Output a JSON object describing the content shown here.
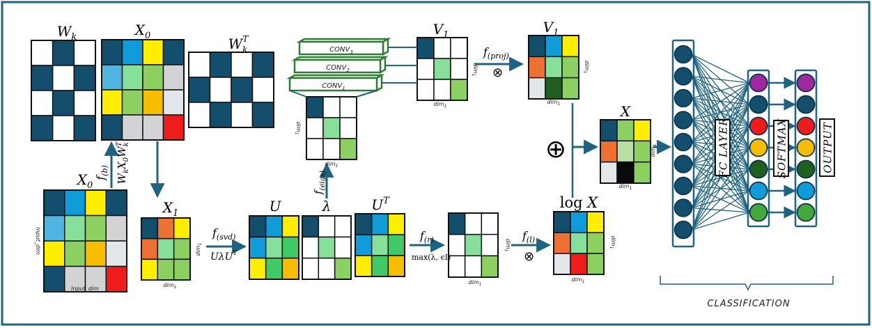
{
  "colors": {
    "frame": "#1a6684",
    "navy": "#134e6c",
    "arrow": "#1e6382",
    "conv": "#2e7d32",
    "white": "#ffffff",
    "red": "#ef1c1c",
    "yellow": "#ffee00",
    "orange": "#f7bd00",
    "blue": "#109bd9",
    "sky": "#4fb4e0",
    "lgreen": "#86e09a",
    "green": "#8dd062",
    "dgreen": "#1f5f20",
    "mgreen": "#3fca66",
    "grey": "#d3d3d6",
    "lgrey": "#e3e6ea",
    "burnt": "#ee7134",
    "pale": "#b6e0a1",
    "black": "#0a0a0a",
    "purple": "#a0289e",
    "green2": "#43a83a"
  },
  "labels": {
    "wk": "W_k",
    "x0_top": "X_0",
    "wkt": "W_k^T",
    "x0_bottom": "X_0",
    "x1": "X_1",
    "u": "U",
    "lambda": "λ",
    "ut": "U^T",
    "v1_small": "V_1",
    "v1_big": "V_1",
    "x_final": "X",
    "logx": "log X",
    "fb": "f_(b)",
    "bilinear": "W_k X_0 W_k^T",
    "fsvd": "f_(svd)",
    "ulu": "UλU^T",
    "feigs": "f_(eigs)",
    "fr": "f_(r)",
    "max": "max(λ, ϵI)",
    "fl": "f_(l)",
    "fproj": "f_(proj)",
    "otimes": "⊗",
    "oplus": "⊕",
    "conv3": "CONV_3",
    "conv2": "CONV_2",
    "conv1": "CONV_1",
    "dim1": "dim_1",
    "input_dim": "Input_dim",
    "fc_layer": "FC LAYER",
    "softmax": "SOFTMAX",
    "output": "OUTPUT",
    "classification": "CLASSIFICATION"
  },
  "matrices": {
    "wk": [
      [
        "white",
        "navy",
        "white"
      ],
      [
        "navy",
        "white",
        "navy"
      ],
      [
        "white",
        "navy",
        "white"
      ],
      [
        "navy",
        "white",
        "navy"
      ]
    ],
    "x0_top": [
      [
        "navy",
        "blue",
        "yellow",
        "navy"
      ],
      [
        "sky",
        "lgreen",
        "green",
        "grey"
      ],
      [
        "yellow",
        "green",
        "orange",
        "lgrey"
      ],
      [
        "navy",
        "grey",
        "grey",
        "red"
      ]
    ],
    "wkt": [
      [
        "white",
        "navy",
        "white",
        "navy"
      ],
      [
        "navy",
        "white",
        "navy",
        "white"
      ],
      [
        "white",
        "navy",
        "white",
        "navy"
      ]
    ],
    "x0_bottom": [
      [
        "navy",
        "blue",
        "yellow",
        "navy"
      ],
      [
        "sky",
        "lgreen",
        "green",
        "grey"
      ],
      [
        "yellow",
        "green",
        "orange",
        "lgrey"
      ],
      [
        "navy",
        "grey",
        "grey",
        "red"
      ]
    ],
    "x1": [
      [
        "navy",
        "burnt",
        "yellow"
      ],
      [
        "burnt",
        "lgreen",
        "green"
      ],
      [
        "yellow",
        "green",
        "green"
      ]
    ],
    "u": [
      [
        "navy",
        "blue",
        "yellow"
      ],
      [
        "blue",
        "lgreen",
        "mgreen"
      ],
      [
        "yellow",
        "mgreen",
        "orange"
      ]
    ],
    "lambda": [
      [
        "navy",
        "white",
        "white"
      ],
      [
        "white",
        "lgreen",
        "white"
      ],
      [
        "white",
        "white",
        "green"
      ]
    ],
    "ut": [
      [
        "navy",
        "blue",
        "yellow"
      ],
      [
        "blue",
        "lgreen",
        "mgreen"
      ],
      [
        "yellow",
        "mgreen",
        "orange"
      ]
    ],
    "fr_out": [
      [
        "navy",
        "white",
        "white"
      ],
      [
        "white",
        "lgreen",
        "white"
      ],
      [
        "white",
        "white",
        "green"
      ]
    ],
    "logx": [
      [
        "navy",
        "blue",
        "yellow"
      ],
      [
        "burnt",
        "lgreen",
        "green"
      ],
      [
        "lgrey",
        "red",
        "green"
      ]
    ],
    "conv_in": [
      [
        "navy",
        "white",
        "white"
      ],
      [
        "white",
        "lgreen",
        "white"
      ],
      [
        "white",
        "white",
        "green"
      ]
    ],
    "v1_small": [
      [
        "navy",
        "white",
        "white"
      ],
      [
        "white",
        "lgreen",
        "white"
      ],
      [
        "white",
        "white",
        "green"
      ]
    ],
    "v1_big": [
      [
        "navy",
        "blue",
        "yellow"
      ],
      [
        "burnt",
        "lgreen",
        "green"
      ],
      [
        "lgrey",
        "dgreen",
        "green"
      ]
    ],
    "x_final": [
      [
        "navy",
        "green",
        "yellow"
      ],
      [
        "burnt",
        "pale",
        "green"
      ],
      [
        "lgrey",
        "black",
        "green"
      ]
    ]
  },
  "network": {
    "input_nodes": 9,
    "hidden_colors": [
      "purple",
      "navy",
      "red",
      "orange",
      "dgreen",
      "blue",
      "green2"
    ],
    "output_colors": [
      "purple",
      "navy",
      "red",
      "orange",
      "dgreen",
      "blue",
      "green2"
    ]
  }
}
